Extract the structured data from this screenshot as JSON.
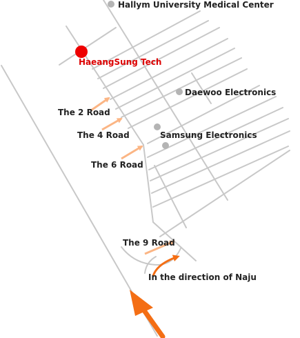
{
  "colors": {
    "road": "#c8c8c8",
    "landmark_dot": "#b4b4b4",
    "destination_dot": "#ee0000",
    "destination_text": "#dd0000",
    "small_arrow": "#fbb584",
    "big_arrow": "#f46e14",
    "text": "#222222"
  },
  "destination": {
    "label": "HaeangSung Tech",
    "icon": "red-dot-marker"
  },
  "landmarks": [
    {
      "label": "Hallym University Medical Center",
      "icon": "gray-dot-marker"
    },
    {
      "label": "Daewoo Electronics",
      "icon": "gray-dot-marker"
    },
    {
      "label": "Samsung Electronics",
      "icon": "gray-dot-marker"
    }
  ],
  "roads": [
    {
      "label": "The 2 Road",
      "icon": "orange-arrow"
    },
    {
      "label": "The 4 Road",
      "icon": "orange-arrow"
    },
    {
      "label": "The 6 Road",
      "icon": "orange-arrow"
    },
    {
      "label": "The 9 Road",
      "icon": "orange-arrow"
    }
  ],
  "direction": {
    "label": "In the direction of Naju",
    "icon": "curved-orange-arrow"
  }
}
